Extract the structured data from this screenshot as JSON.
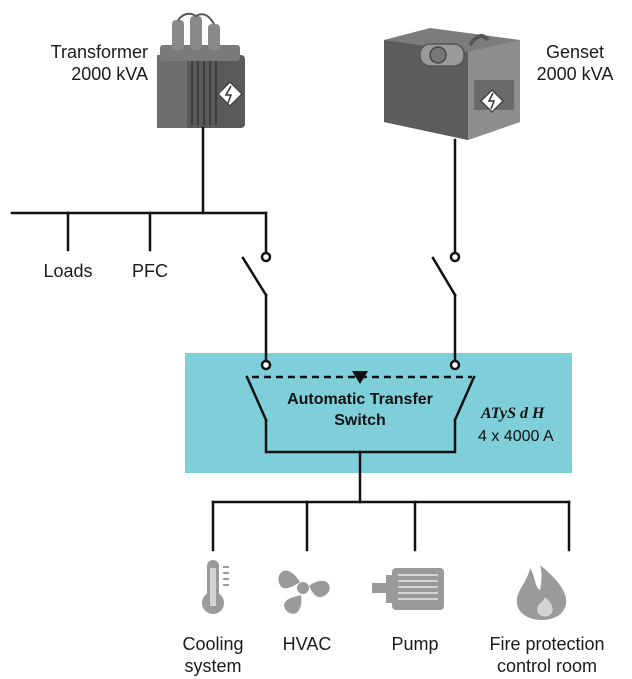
{
  "sources": {
    "transformer": {
      "line1": "Transformer",
      "line2": "2000 kVA"
    },
    "genset": {
      "line1": "Genset",
      "line2": "2000 kVA"
    }
  },
  "bus_loads": {
    "loads": "Loads",
    "pfc": "PFC"
  },
  "ats": {
    "title_line1": "Automatic Transfer",
    "title_line2": "Switch",
    "model": "ATyS d H",
    "rating": "4 x 4000 A",
    "panel_color": "#7ecfd9"
  },
  "outputs": [
    {
      "line1": "Cooling",
      "line2": "system",
      "icon": "thermometer-icon"
    },
    {
      "line1": "HVAC",
      "line2": "",
      "icon": "fan-icon"
    },
    {
      "line1": "Pump",
      "line2": "",
      "icon": "motor-icon"
    },
    {
      "line1": "Fire protection",
      "line2": "control room",
      "icon": "flame-icon"
    }
  ],
  "colors": {
    "line": "#111111",
    "icon_gray": "#9a9a9a",
    "device_dark": "#4a4a4a"
  }
}
